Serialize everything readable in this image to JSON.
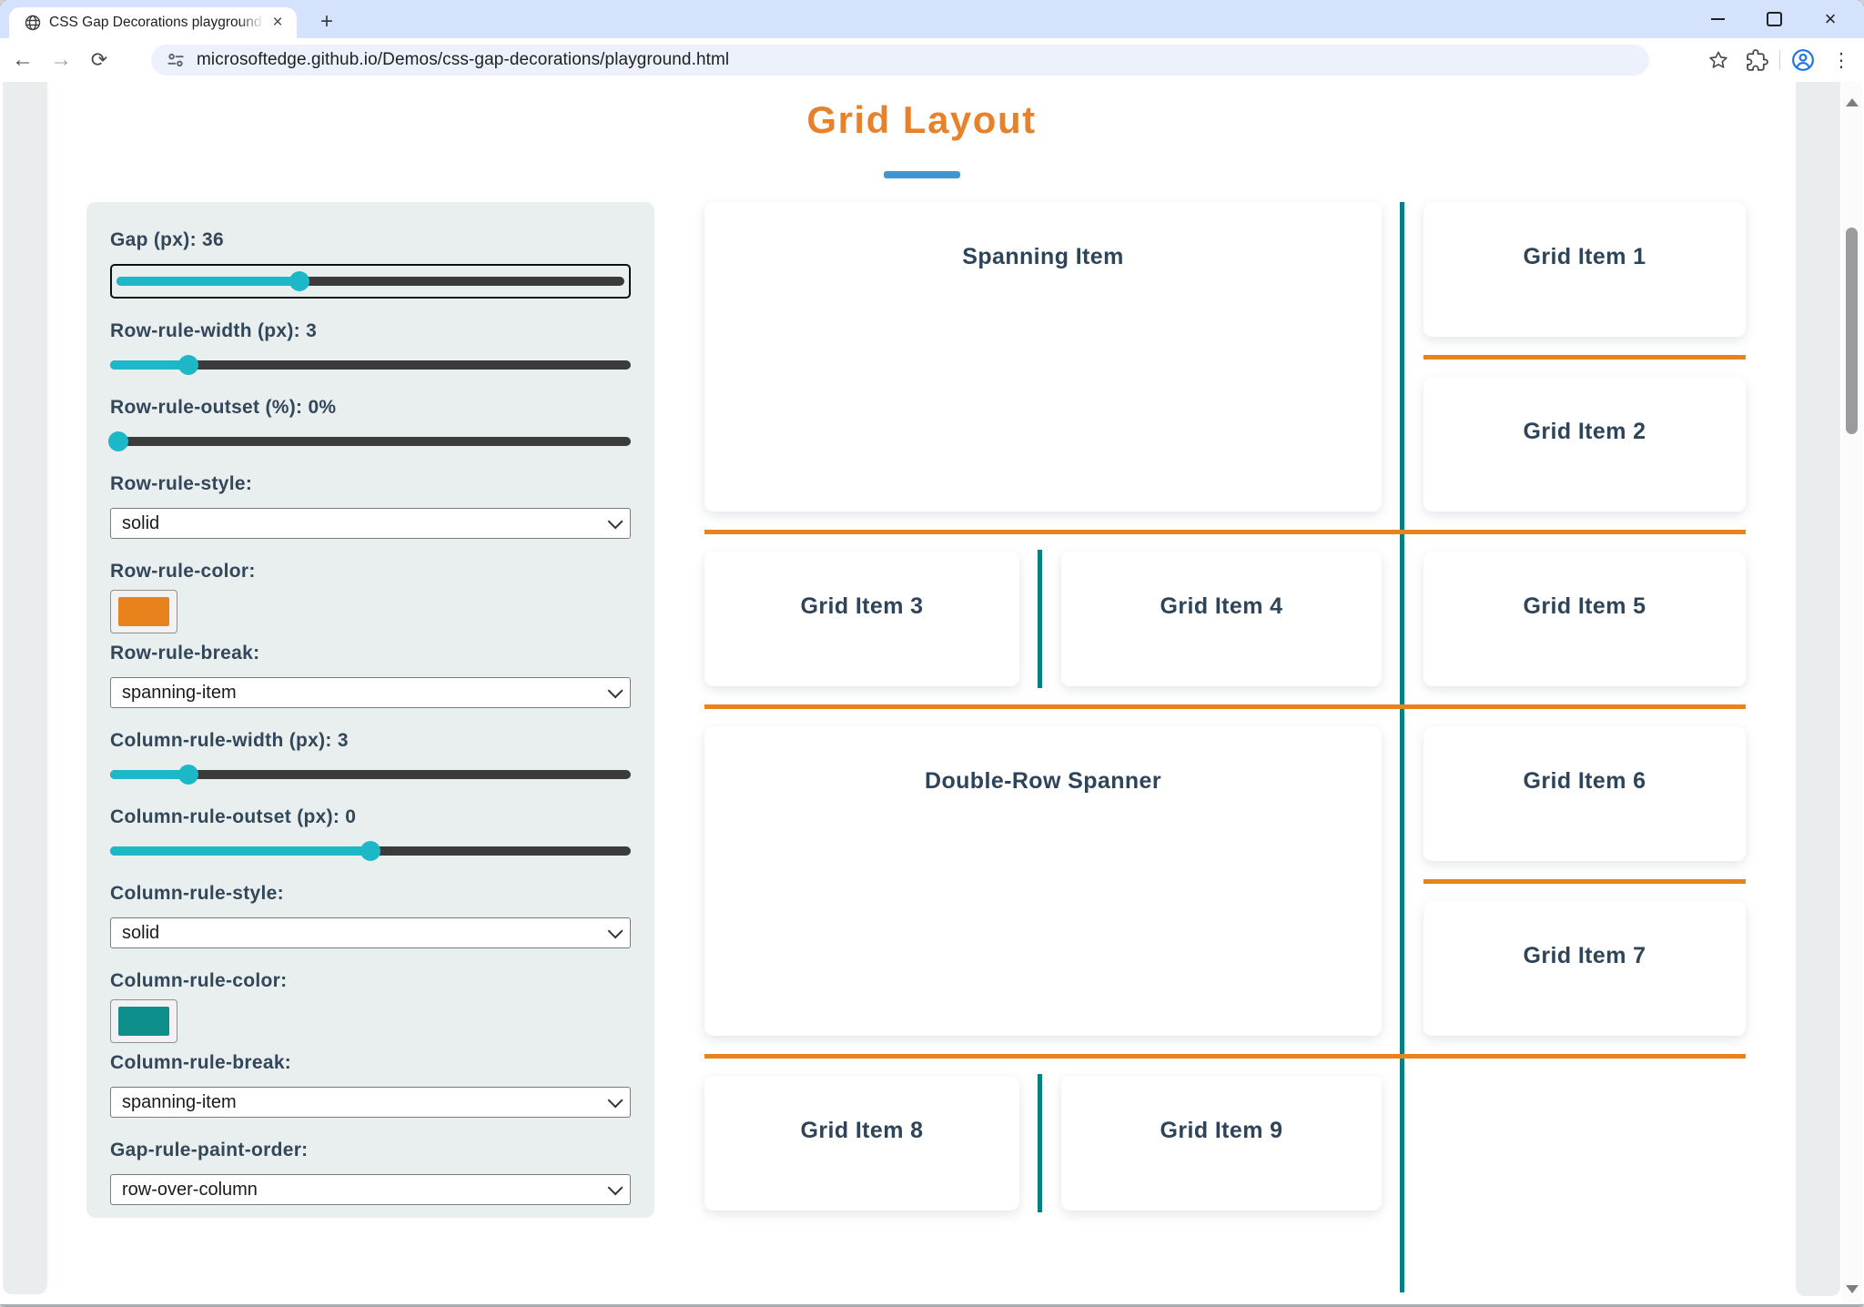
{
  "browser": {
    "tab_title": "CSS Gap Decorations playground",
    "new_tab_label": "+",
    "url": "microsoftedge.github.io/Demos/css-gap-decorations/playground.html",
    "back_glyph": "←",
    "forward_glyph": "→",
    "reload_glyph": "⟳",
    "close_glyph": "×"
  },
  "colors": {
    "heading_orange": "#e8822a",
    "underline_blue": "#3e97d4",
    "panel_bg": "#e9eeee",
    "slider_accent": "#1cb8c8",
    "row_rule": "#e8821d",
    "column_rule": "#047f82"
  },
  "page": {
    "title": "Grid Layout"
  },
  "controls": {
    "gap": {
      "label": "Gap (px): 36",
      "percent": "36%"
    },
    "row_rule_width": {
      "label": "Row-rule-width (px): 3",
      "percent": "15%"
    },
    "row_rule_outset": {
      "label": "Row-rule-outset (%): 0%",
      "percent": "1.5%"
    },
    "row_rule_style": {
      "label": "Row-rule-style:",
      "value": "solid"
    },
    "row_rule_color": {
      "label": "Row-rule-color:",
      "value": "#e8821d"
    },
    "row_rule_break": {
      "label": "Row-rule-break:",
      "value": "spanning-item"
    },
    "column_rule_width": {
      "label": "Column-rule-width (px): 3",
      "percent": "15%"
    },
    "column_rule_outset": {
      "label": "Column-rule-outset (px): 0",
      "percent": "50%"
    },
    "column_rule_style": {
      "label": "Column-rule-style:",
      "value": "solid"
    },
    "column_rule_color": {
      "label": "Column-rule-color:",
      "value": "#0e8f8b"
    },
    "column_rule_break": {
      "label": "Column-rule-break:",
      "value": "spanning-item"
    },
    "gap_rule_paint_order": {
      "label": "Gap-rule-paint-order:",
      "value": "row-over-column"
    }
  },
  "grid": {
    "items": [
      {
        "label": "Spanning Item"
      },
      {
        "label": "Grid Item 1"
      },
      {
        "label": "Grid Item 2"
      },
      {
        "label": "Grid Item 3"
      },
      {
        "label": "Grid Item 4"
      },
      {
        "label": "Grid Item 5"
      },
      {
        "label": "Double-Row Spanner"
      },
      {
        "label": "Grid Item 6"
      },
      {
        "label": "Grid Item 7"
      },
      {
        "label": "Grid Item 8"
      },
      {
        "label": "Grid Item 9"
      }
    ]
  }
}
